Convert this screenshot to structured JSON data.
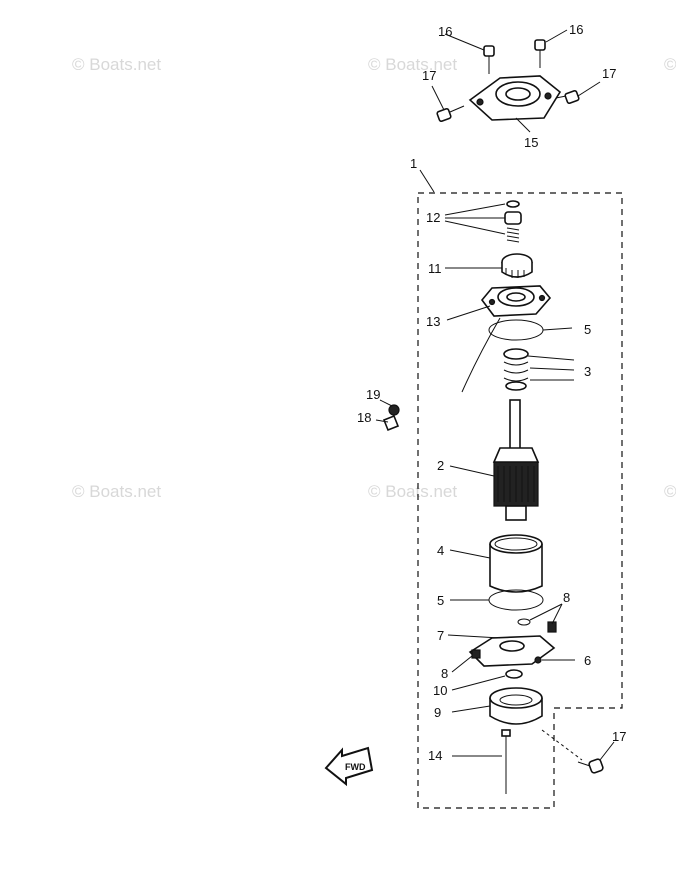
{
  "watermark": "Boats.net",
  "watermark_symbol": "©",
  "callouts": {
    "c1": "1",
    "c2": "2",
    "c3": "3",
    "c4": "4",
    "c5a": "5",
    "c5b": "5",
    "c6": "6",
    "c7": "7",
    "c8a": "8",
    "c8b": "8",
    "c9": "9",
    "c10": "10",
    "c11": "11",
    "c12": "12",
    "c13": "13",
    "c14": "14",
    "c15": "15",
    "c16a": "16",
    "c16b": "16",
    "c17a": "17",
    "c17b": "17",
    "c17c": "17",
    "c18": "18",
    "c19": "19"
  },
  "fwd_label": "FWD"
}
